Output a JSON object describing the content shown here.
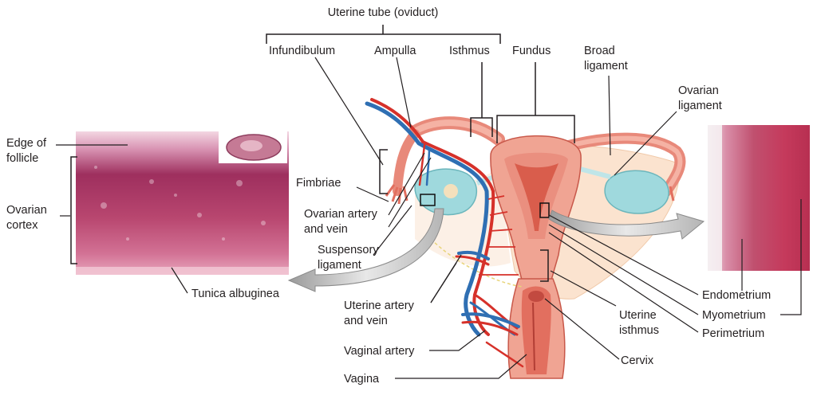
{
  "labels": {
    "uterine_tube": "Uterine tube (oviduct)",
    "infundibulum": "Infundibulum",
    "ampulla": "Ampulla",
    "isthmus": "Isthmus",
    "fundus": "Fundus",
    "broad_ligament_1": "Broad",
    "broad_ligament_2": "ligament",
    "ovarian_ligament_1": "Ovarian",
    "ovarian_ligament_2": "ligament",
    "edge_of_follicle_1": "Edge of",
    "edge_of_follicle_2": "follicle",
    "ovarian_cortex_1": "Ovarian",
    "ovarian_cortex_2": "cortex",
    "tunica_albuginea": "Tunica albuginea",
    "fimbriae": "Fimbriae",
    "ovarian_artery_1": "Ovarian artery",
    "ovarian_artery_2": "and vein",
    "suspensory_1": "Suspensory",
    "suspensory_2": "ligament",
    "uterine_artery_1": "Uterine artery",
    "uterine_artery_2": "and vein",
    "vaginal_artery": "Vaginal artery",
    "vagina": "Vagina",
    "endometrium": "Endometrium",
    "myometrium": "Myometrium",
    "perimetrium": "Perimetrium",
    "uterine_isthmus_1": "Uterine",
    "uterine_isthmus_2": "isthmus",
    "cervix": "Cervix"
  },
  "colors": {
    "uterus": "#f0a493",
    "uterus_inner": "#e26f5f",
    "uterus_outline": "#c8584a",
    "ovary": "#9fd9dd",
    "broad_ligament": "#fbe3cf",
    "artery": "#d6312a",
    "vein": "#2f6fb3",
    "micrograph_left": "#c24a78",
    "micrograph_right": "#c0375f",
    "arrow": "#c9c9c9",
    "text": "#231f20"
  }
}
